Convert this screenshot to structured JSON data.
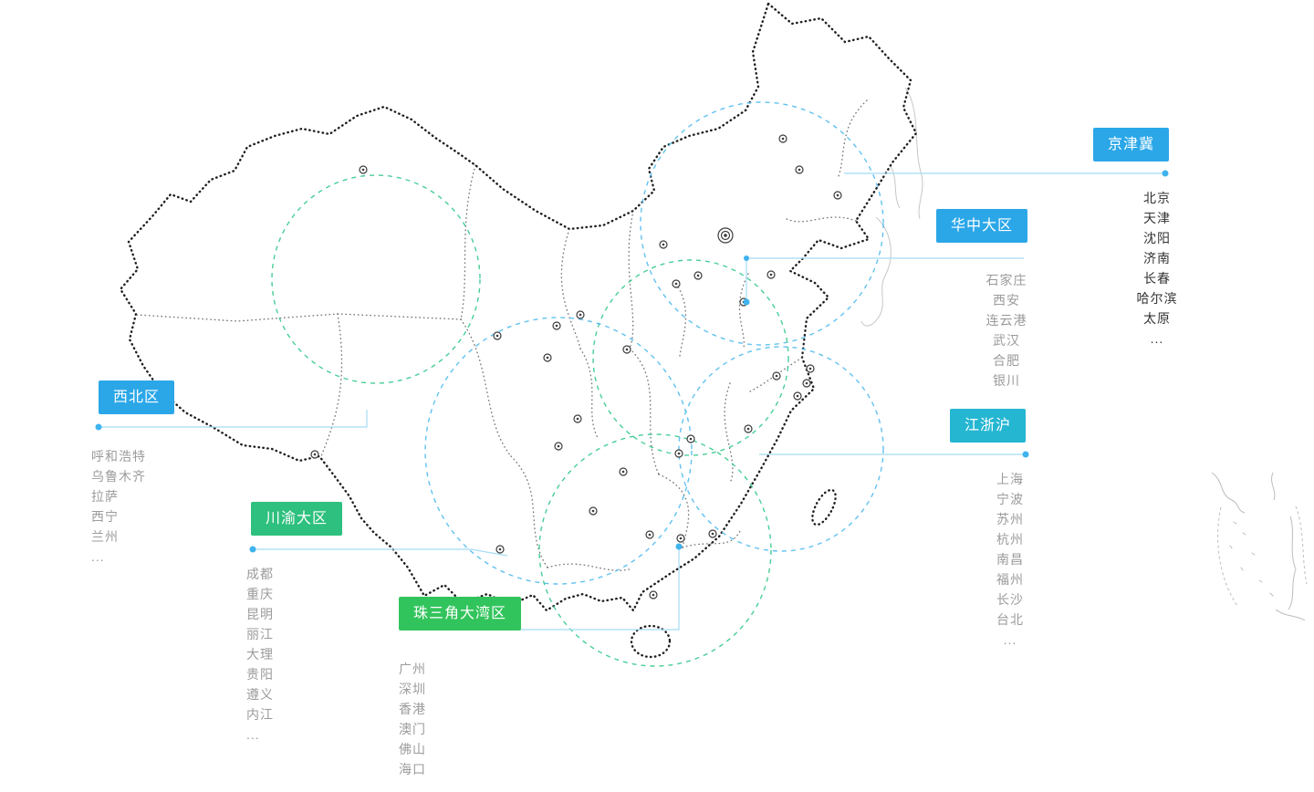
{
  "palette": {
    "circle_blue": "#59BEF0",
    "circle_green": "#3ECB90",
    "connector": "#A5DCF5",
    "dot": "#3FB3EE"
  },
  "regions": [
    {
      "id": "jingjinji",
      "label": "京津冀",
      "color": "#2BA7E8",
      "text_color": "#333333",
      "cities": [
        "北京",
        "天津",
        "沈阳",
        "济南",
        "长春",
        "哈尔滨",
        "太原",
        "..."
      ]
    },
    {
      "id": "huazhong",
      "label": "华中大区",
      "color": "#2BA7E8",
      "text_color": "#9B9B9B",
      "cities": [
        "石家庄",
        "西安",
        "连云港",
        "武汉",
        "合肥",
        "银川"
      ]
    },
    {
      "id": "xibei",
      "label": "西北区",
      "color": "#2BA7E8",
      "text_color": "#9B9B9B",
      "cities": [
        "呼和浩特",
        "乌鲁木齐",
        "拉萨",
        "西宁",
        "兰州",
        "..."
      ]
    },
    {
      "id": "jiangzhehu",
      "label": "江浙沪",
      "color": "#25B6D2",
      "text_color": "#9B9B9B",
      "cities": [
        "上海",
        "宁波",
        "苏州",
        "杭州",
        "南昌",
        "福州",
        "长沙",
        "台北",
        "..."
      ]
    },
    {
      "id": "chuanyu",
      "label": "川渝大区",
      "color": "#2EC07E",
      "text_color": "#9B9B9B",
      "cities": [
        "成都",
        "重庆",
        "昆明",
        "丽江",
        "大理",
        "贵阳",
        "遵义",
        "内江",
        "..."
      ]
    },
    {
      "id": "zhusanjiao",
      "label": "珠三角大湾区",
      "color": "#32C45C",
      "text_color": "#9B9B9B",
      "cities": [
        "广州",
        "深圳",
        "香港",
        "澳门",
        "佛山",
        "海口",
        "..."
      ]
    }
  ]
}
